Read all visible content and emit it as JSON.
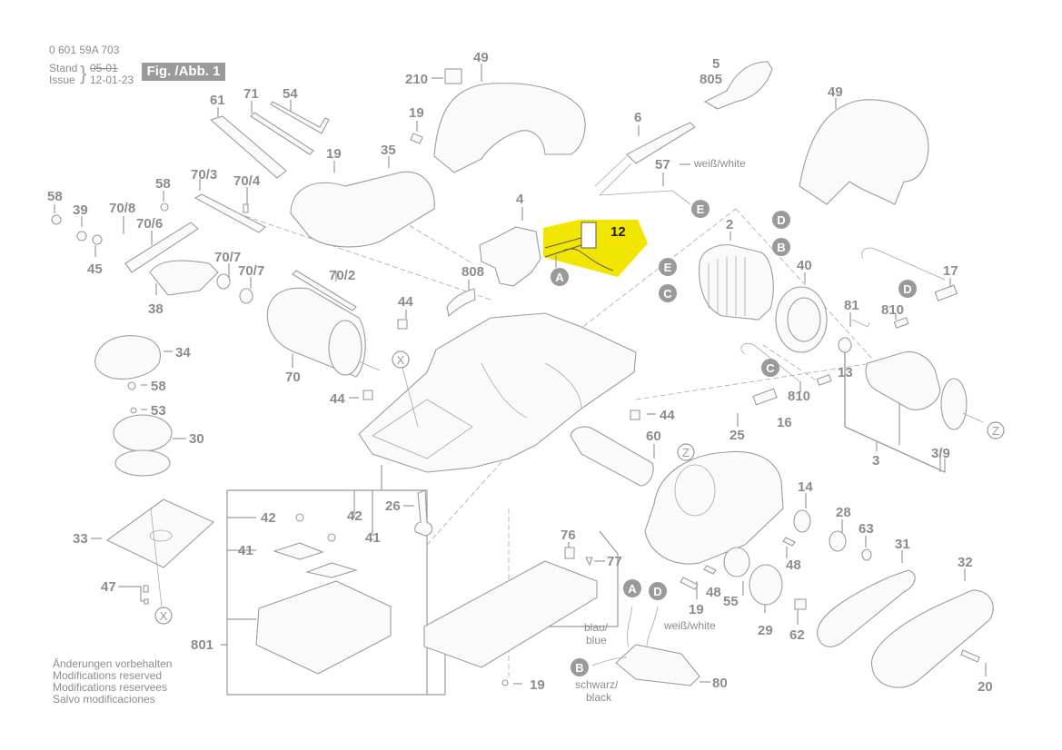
{
  "header": {
    "part_number": "0 601 59A 703",
    "stand_label": "Stand",
    "stand_value": "05-01",
    "issue_label": "Issue",
    "issue_value": "12-01-23",
    "figure_label": "Fig. /Abb. 1"
  },
  "footer_notes": [
    "Änderungen vorbehalten",
    "Modifications reserved",
    "Modifications reservees",
    "Salvo modificaciones"
  ],
  "highlight": {
    "part": "12",
    "color": "#f2e600"
  },
  "colors": {
    "line": "#9a9a9a",
    "text": "#8c8c8c",
    "badge_bg": "#9a9a9a",
    "connector_bg": "#9a9a9a"
  },
  "part_labels": [
    {
      "id": "49a",
      "text": "49"
    },
    {
      "id": "210",
      "text": "210"
    },
    {
      "id": "19a",
      "text": "19"
    },
    {
      "id": "5",
      "text": "5"
    },
    {
      "id": "805",
      "text": "805"
    },
    {
      "id": "6",
      "text": "6"
    },
    {
      "id": "49b",
      "text": "49"
    },
    {
      "id": "57",
      "text": "57"
    },
    {
      "id": "61",
      "text": "61"
    },
    {
      "id": "71",
      "text": "71"
    },
    {
      "id": "54",
      "text": "54"
    },
    {
      "id": "19b",
      "text": "19"
    },
    {
      "id": "35",
      "text": "35"
    },
    {
      "id": "58a",
      "text": "58"
    },
    {
      "id": "39",
      "text": "39"
    },
    {
      "id": "70_8",
      "text": "70/8"
    },
    {
      "id": "70_6",
      "text": "70/6"
    },
    {
      "id": "58b",
      "text": "58"
    },
    {
      "id": "70_3",
      "text": "70/3"
    },
    {
      "id": "70_4",
      "text": "70/4"
    },
    {
      "id": "45",
      "text": "45"
    },
    {
      "id": "70_7a",
      "text": "70/7"
    },
    {
      "id": "70_7b",
      "text": "70/7"
    },
    {
      "id": "38",
      "text": "38"
    },
    {
      "id": "4",
      "text": "4"
    },
    {
      "id": "12",
      "text": "12"
    },
    {
      "id": "808",
      "text": "808"
    },
    {
      "id": "2",
      "text": "2"
    },
    {
      "id": "40",
      "text": "40"
    },
    {
      "id": "17",
      "text": "17"
    },
    {
      "id": "81",
      "text": "81"
    },
    {
      "id": "810a",
      "text": "810"
    },
    {
      "id": "70_2",
      "text": "70/2"
    },
    {
      "id": "44a",
      "text": "44"
    },
    {
      "id": "34",
      "text": "34"
    },
    {
      "id": "70",
      "text": "70"
    },
    {
      "id": "58c",
      "text": "58"
    },
    {
      "id": "53",
      "text": "53"
    },
    {
      "id": "44b",
      "text": "44"
    },
    {
      "id": "44c",
      "text": "44"
    },
    {
      "id": "13",
      "text": "13"
    },
    {
      "id": "810b",
      "text": "810"
    },
    {
      "id": "16",
      "text": "16"
    },
    {
      "id": "30",
      "text": "30"
    },
    {
      "id": "60",
      "text": "60"
    },
    {
      "id": "25",
      "text": "25"
    },
    {
      "id": "3",
      "text": "3"
    },
    {
      "id": "3_9",
      "text": "3/9"
    },
    {
      "id": "26",
      "text": "26"
    },
    {
      "id": "42a",
      "text": "42"
    },
    {
      "id": "42b",
      "text": "42"
    },
    {
      "id": "41a",
      "text": "41"
    },
    {
      "id": "41b",
      "text": "41"
    },
    {
      "id": "33",
      "text": "33"
    },
    {
      "id": "14",
      "text": "14"
    },
    {
      "id": "28",
      "text": "28"
    },
    {
      "id": "63",
      "text": "63"
    },
    {
      "id": "31",
      "text": "31"
    },
    {
      "id": "32",
      "text": "32"
    },
    {
      "id": "76",
      "text": "76"
    },
    {
      "id": "77",
      "text": "77"
    },
    {
      "id": "48a",
      "text": "48"
    },
    {
      "id": "48b",
      "text": "48"
    },
    {
      "id": "19c",
      "text": "19"
    },
    {
      "id": "55",
      "text": "55"
    },
    {
      "id": "29",
      "text": "29"
    },
    {
      "id": "62",
      "text": "62"
    },
    {
      "id": "47",
      "text": "47"
    },
    {
      "id": "801",
      "text": "801"
    },
    {
      "id": "19d",
      "text": "19"
    },
    {
      "id": "80",
      "text": "80"
    },
    {
      "id": "20",
      "text": "20"
    }
  ],
  "connectors": [
    {
      "id": "E1",
      "text": "E"
    },
    {
      "id": "D1",
      "text": "D"
    },
    {
      "id": "B1",
      "text": "B"
    },
    {
      "id": "E2",
      "text": "E"
    },
    {
      "id": "C1",
      "text": "C"
    },
    {
      "id": "A1",
      "text": "A"
    },
    {
      "id": "D2",
      "text": "D"
    },
    {
      "id": "C2",
      "text": "C"
    },
    {
      "id": "A2",
      "text": "A"
    },
    {
      "id": "D3",
      "text": "D"
    },
    {
      "id": "B2",
      "text": "B"
    }
  ],
  "markers": [
    {
      "id": "X1",
      "text": "X"
    },
    {
      "id": "X2",
      "text": "X"
    },
    {
      "id": "Z1",
      "text": "Z"
    },
    {
      "id": "Z2",
      "text": "Z"
    }
  ],
  "wire_labels": {
    "w57": "weiß/white",
    "blue": [
      "blau/",
      "blue"
    ],
    "white80": "weiß/white",
    "black": [
      "schwarz/",
      "black"
    ]
  }
}
